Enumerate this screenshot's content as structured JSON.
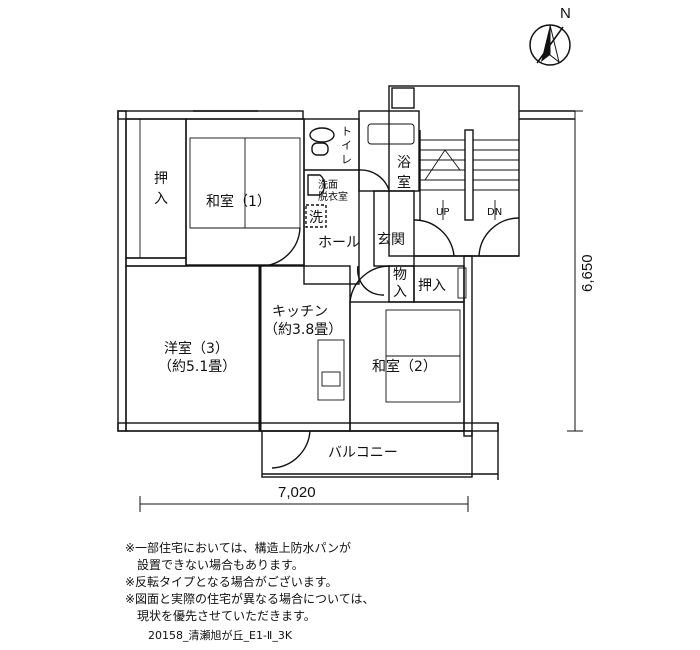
{
  "compass": {
    "label": "N"
  },
  "rooms": {
    "oshiire_left": "押入",
    "washitsu1": "和室（1）",
    "toilet": "トイレ",
    "senmen": "洗面\n脱衣室",
    "sen": "洗",
    "yokushitsu": "浴室",
    "up": "UP",
    "dn": "DN",
    "hall": "ホール",
    "genkan": "玄関",
    "mono": "物入",
    "oshiire_center": "押入",
    "kitchen": "キッチン",
    "kitchen_size": "（約3.8畳）",
    "youshitsu3": "洋室（3）",
    "youshitsu3_size": "（約5.1畳）",
    "washitsu2": "和室（2）",
    "balcony": "バルコニー"
  },
  "dimensions": {
    "width": "7,020",
    "depth": "6,650"
  },
  "notes": [
    "※一部住宅においては、構造上防水パンが",
    "　設置できない場合もあります。",
    "※反転タイプとなる場合がございます。",
    "※図面と実際の住宅が異なる場合については、",
    "　現状を優先させていただきます。"
  ],
  "code": "20158_清瀬旭が丘_E1-Ⅱ_3K"
}
